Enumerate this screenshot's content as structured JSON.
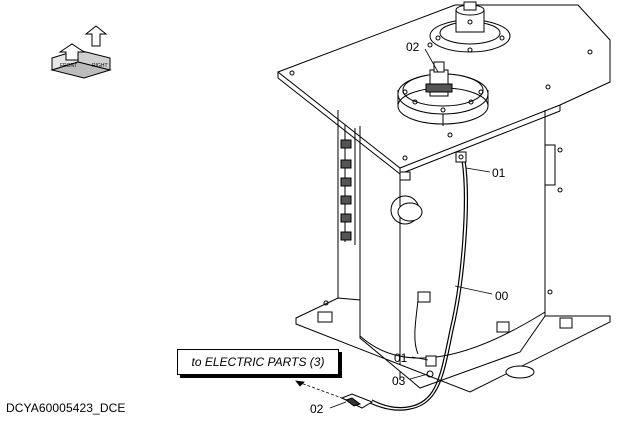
{
  "orientation_labels": {
    "left": "FRONT",
    "right": "RIGHT"
  },
  "callouts": {
    "c01_top": "01",
    "c02_top": "02",
    "c00": "00",
    "c01_bottom": "01",
    "c03": "03",
    "c02_bottom": "02"
  },
  "reference_box": "to ELECTRIC PARTS (3)",
  "drawing_code": "DCYA60005423_DCE"
}
